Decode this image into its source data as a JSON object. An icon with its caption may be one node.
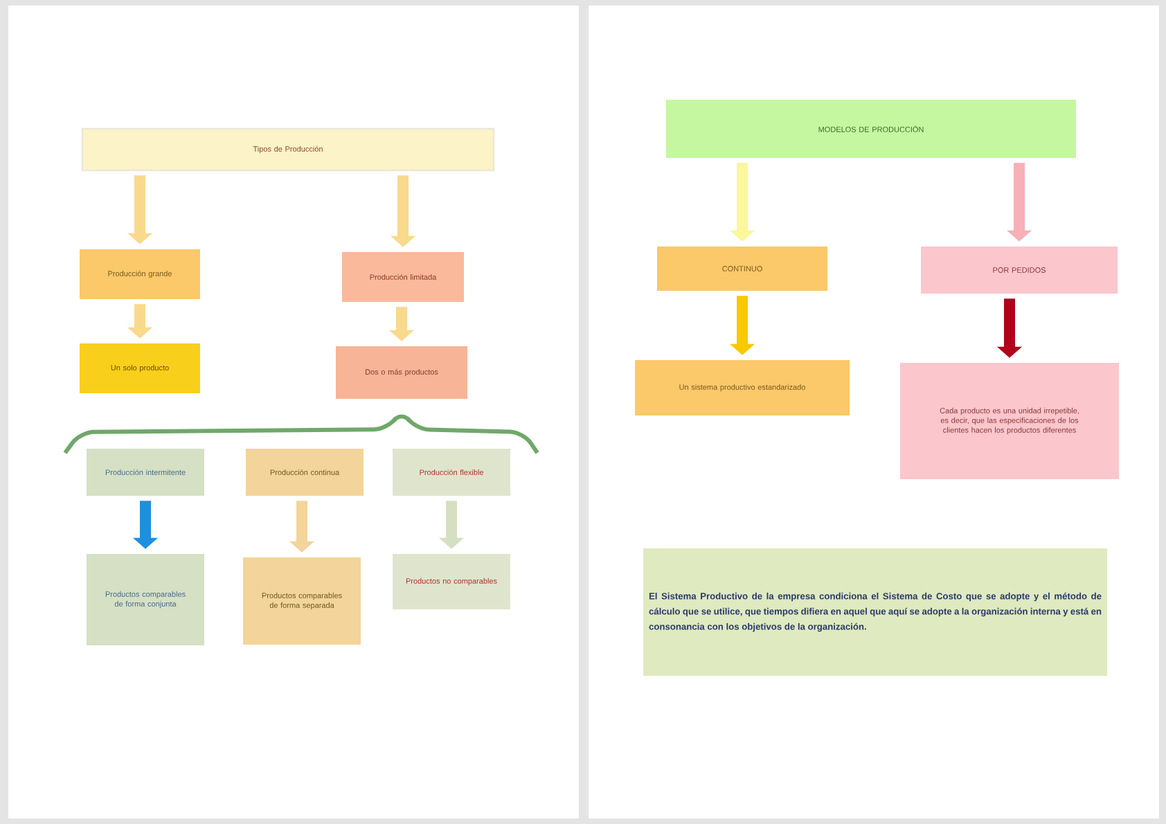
{
  "diagram": {
    "nodes": [
      {
        "text": [
          "Tipos de Producción"
        ]
      },
      {
        "text": [
          "Producción grande"
        ]
      },
      {
        "text": [
          "Producción limitada"
        ]
      },
      {
        "text": [
          "Un solo producto"
        ]
      },
      {
        "text": [
          "Dos o más productos"
        ]
      },
      {
        "text": [
          "Producción intermitente"
        ]
      },
      {
        "text": [
          "Producción continua"
        ]
      },
      {
        "text": [
          "Producción flexible"
        ]
      },
      {
        "text": [
          "Productos comparables de forma conjunta"
        ]
      },
      {
        "text": [
          "Productos comparables de forma separada"
        ]
      },
      {
        "text": [
          "Productos no comparables"
        ]
      },
      {
        "text": [
          "MODELOS DE PRODUCCIÓN"
        ]
      },
      {
        "text": [
          "CONTINUO"
        ]
      },
      {
        "text": [
          "POR PEDIDOS"
        ]
      },
      {
        "text": [
          "Un sistema productivo estandarizado"
        ]
      },
      {
        "text": [
          "Cada producto es una unidad irrepetible, es decir, que las especificaciones de los clientes hacen los productos diferentes"
        ]
      },
      {
        "text": [
          "El Sistema Productivo de la empresa condiciona el Sistema de Costo que se adopte y el método de cálculo que se utilice, que tiempos difiera en aquel que aquí se adopte a la organización interna y está en consonancia con los objetivos de la organización."
        ]
      }
    ],
    "edges": [
      {
        "from": 0,
        "to": 1,
        "arrow": "to"
      },
      {
        "from": 0,
        "to": 2,
        "arrow": "to"
      },
      {
        "from": 1,
        "to": 3,
        "arrow": "to"
      },
      {
        "from": 2,
        "to": 4,
        "arrow": "to"
      },
      {
        "from": 5,
        "to": 8,
        "arrow": "to",
        "color": "#1e8fe0"
      },
      {
        "from": 6,
        "to": 9,
        "arrow": "to",
        "color": "#f3d49a"
      },
      {
        "from": 7,
        "to": 10,
        "arrow": "to",
        "color": "#d7dfc2"
      },
      {
        "from": 11,
        "to": 12,
        "arrow": "to",
        "color": "#fbf79a"
      },
      {
        "from": 11,
        "to": 13,
        "arrow": "to",
        "color": "#f7b0b8"
      },
      {
        "from": 12,
        "to": 14,
        "arrow": "to",
        "color": "#f8c800"
      },
      {
        "from": 13,
        "to": 15,
        "arrow": "to",
        "color": "#b3001b"
      }
    ]
  }
}
